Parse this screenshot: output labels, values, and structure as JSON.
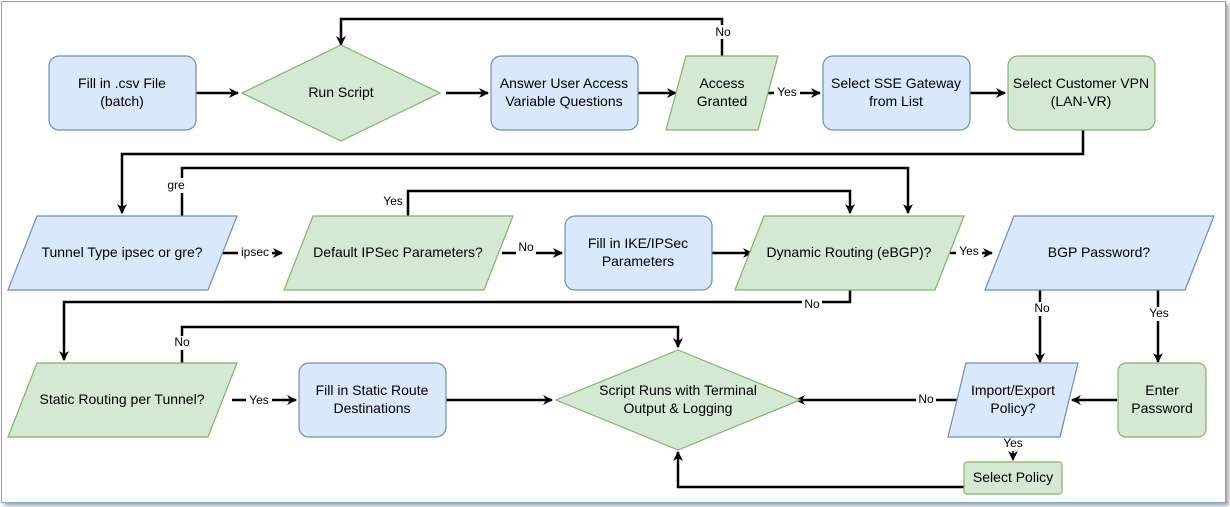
{
  "colors": {
    "process_fill": "#dae8fc",
    "process_stroke": "#6c8ebf",
    "decision_fill": "#d5e8d4",
    "decision_stroke": "#82b366",
    "line": "#000000"
  },
  "nodes": {
    "fill_csv": [
      "Fill in .csv File",
      "(batch)"
    ],
    "run_script": [
      "Run Script"
    ],
    "answer_questions": [
      "Answer User Access",
      "Variable Questions"
    ],
    "access_granted": [
      "Access",
      "Granted"
    ],
    "select_gateway": [
      "Select SSE Gateway",
      "from List"
    ],
    "select_vpn": [
      "Select Customer VPN",
      "(LAN-VR)"
    ],
    "tunnel_type": [
      "Tunnel Type ipsec or gre?"
    ],
    "default_ipsec": [
      "Default IPSec Parameters?"
    ],
    "fill_ike": [
      "Fill in IKE/IPSec",
      "Parameters"
    ],
    "dynamic_routing": [
      "Dynamic Routing (eBGP)?"
    ],
    "bgp_password": [
      "BGP Password?"
    ],
    "static_routing": [
      "Static Routing per Tunnel?"
    ],
    "fill_static": [
      "Fill in Static Route",
      "Destinations"
    ],
    "script_runs": [
      "Script Runs with Terminal",
      "Output & Logging"
    ],
    "import_export": [
      "Import/Export",
      "Policy?"
    ],
    "enter_password": [
      "Enter",
      "Password"
    ],
    "select_policy": [
      "Select Policy"
    ]
  },
  "edge_labels": {
    "access_no": "No",
    "access_yes": "Yes",
    "gre": "gre",
    "ipsec": "ipsec",
    "default_yes": "Yes",
    "default_no": "No",
    "dynamic_yes": "Yes",
    "dynamic_no": "No",
    "static_no": "No",
    "static_yes": "Yes",
    "bgp_no": "No",
    "bgp_yes": "Yes",
    "policy_no": "No",
    "policy_yes": "Yes"
  }
}
